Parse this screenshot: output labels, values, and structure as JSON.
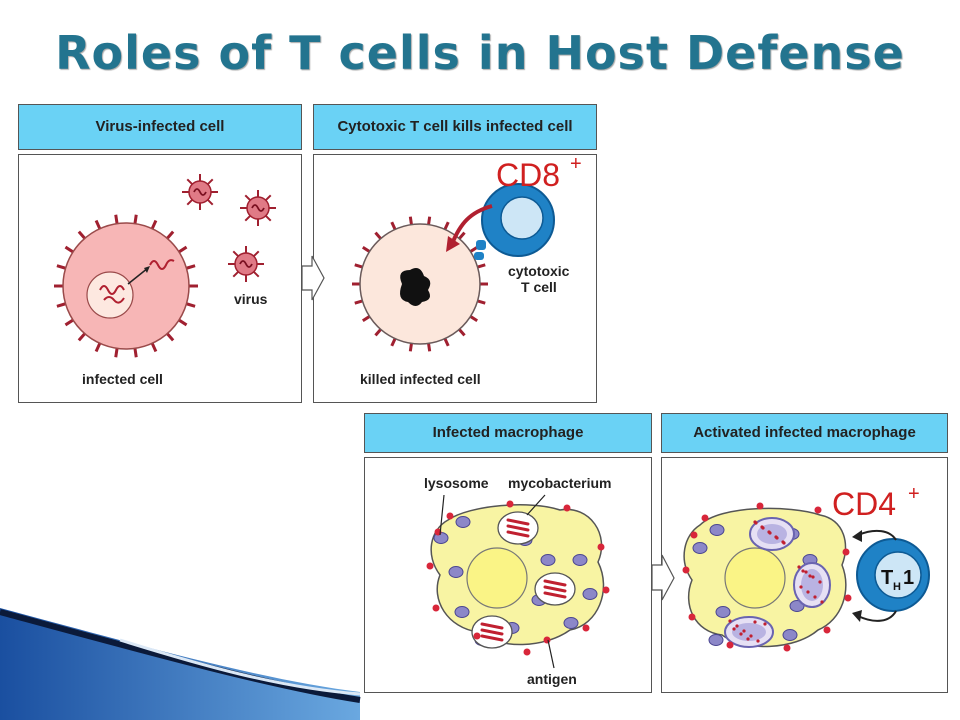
{
  "title": "Roles of T cells in Host Defense",
  "panels": {
    "p1": {
      "header": "Virus-infected cell",
      "labels": {
        "cell": "infected cell",
        "virus": "virus"
      }
    },
    "p2": {
      "header": "Cytotoxic T cell kills infected cell",
      "labels": {
        "killed": "killed infected cell",
        "tcell_line1": "cytotoxic",
        "tcell_line2": "T cell"
      },
      "marker": "CD8",
      "marker_sup": "+"
    },
    "p3": {
      "header": "Infected macrophage",
      "labels": {
        "lysosome": "lysosome",
        "mycobacterium": "mycobacterium",
        "antigen": "antigen"
      }
    },
    "p4": {
      "header": "Activated infected macrophage",
      "marker": "CD4",
      "marker_sup": "+",
      "th1_main": "T",
      "th1_sub": "H",
      "th1_num": "1"
    }
  },
  "colors": {
    "title": "#23748f",
    "header_bg": "#6ad2f5",
    "infected_cell": "#f7b6b6",
    "killed_cell": "#fce7dc",
    "spike": "#a02030",
    "t_cell": "#1f82c6",
    "t_cell_core": "#cde6f6",
    "macrophage": "#f8f4a3",
    "lysosome": "#8c87c8",
    "antigen": "#d8263a",
    "marker_text": "#d02020"
  }
}
